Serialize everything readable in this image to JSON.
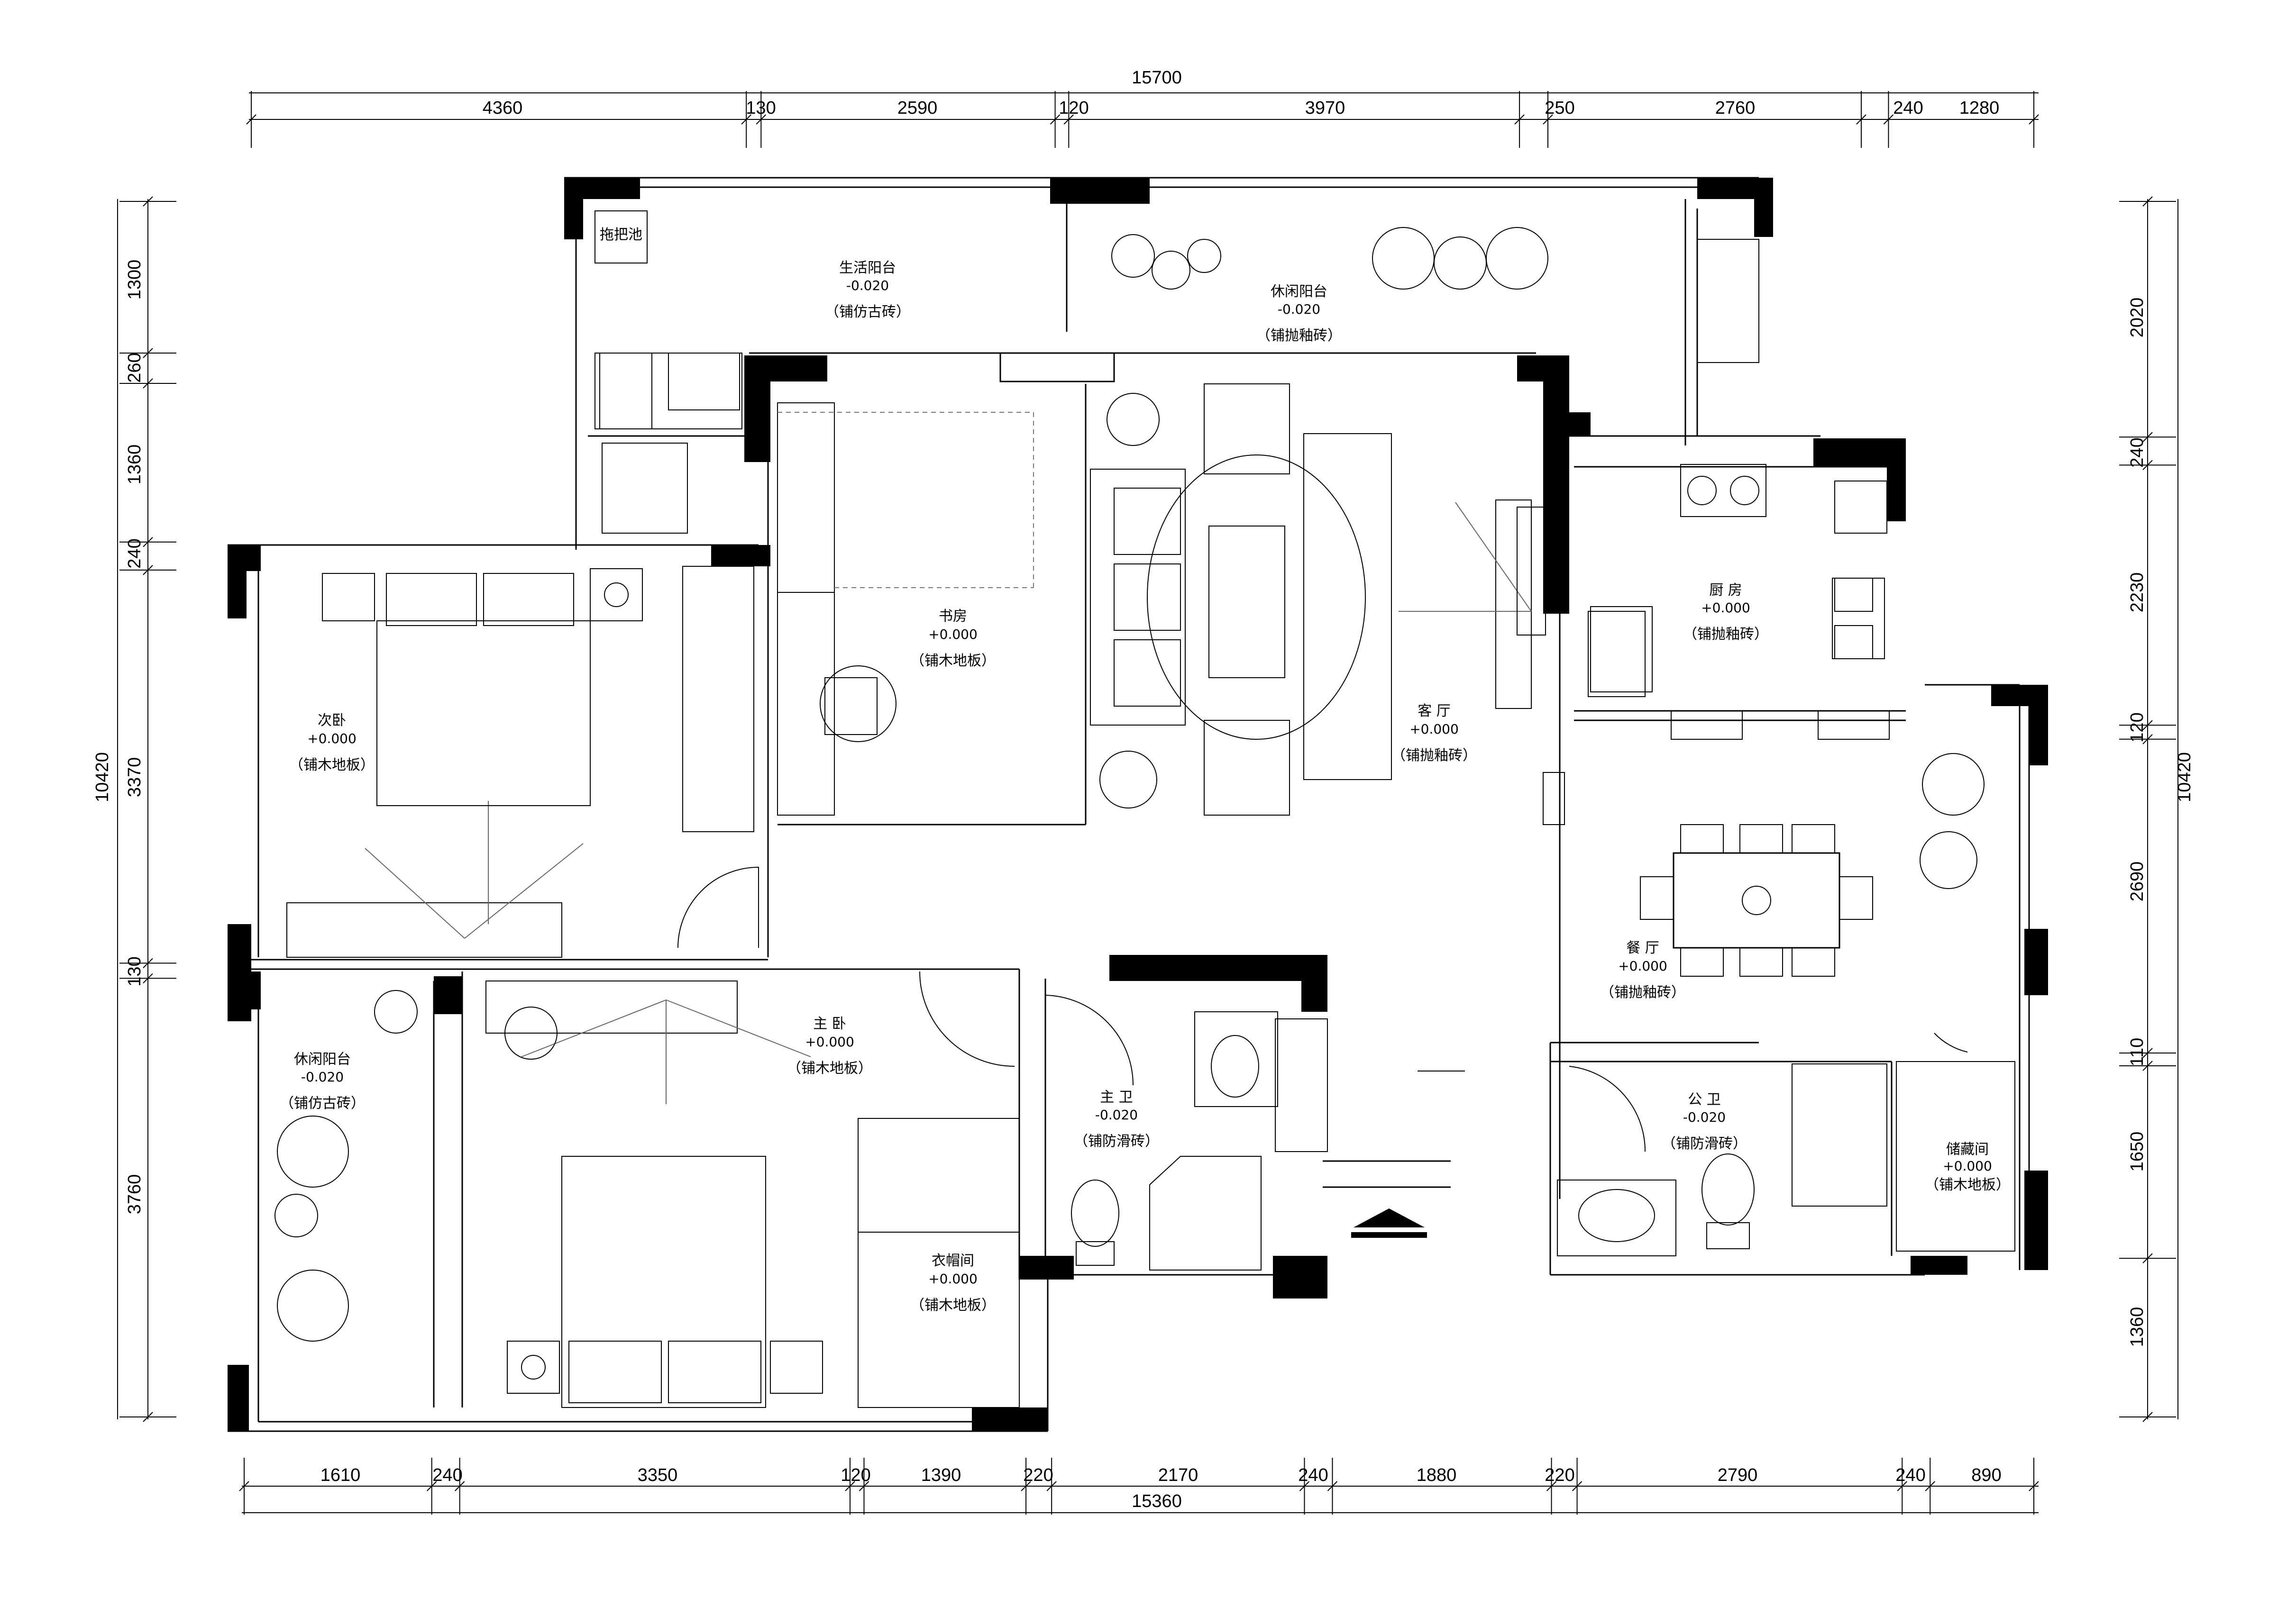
{
  "dimensions": {
    "top_total": "15700",
    "top_segments": [
      "4360",
      "130",
      "2590",
      "120",
      "3970",
      "250",
      "2760",
      "240",
      "1280"
    ],
    "bottom_total": "15360",
    "bottom_segments": [
      "1610",
      "240",
      "3350",
      "120",
      "1390",
      "220",
      "2170",
      "240",
      "1880",
      "220",
      "2790",
      "240",
      "890"
    ],
    "left_total": "10420",
    "left_segments": [
      "1300",
      "260",
      "1360",
      "240",
      "3370",
      "130",
      "3760"
    ],
    "right_total": "10420",
    "right_segments": [
      "2020",
      "240",
      "2230",
      "120",
      "2690",
      "110",
      "1650",
      "1360"
    ]
  },
  "rooms": {
    "living_balcony_service": {
      "name": "生活阳台",
      "level": "-0.020",
      "floor": "（铺仿古砖）"
    },
    "leisure_balcony_top": {
      "name": "休闲阳台",
      "level": "-0.020",
      "floor": "（铺抛釉砖）"
    },
    "study": {
      "name": "书房",
      "level": "+0.000",
      "floor": "（铺木地板）"
    },
    "kitchen": {
      "name": "厨 房",
      "level": "+0.000",
      "floor": "（铺抛釉砖）"
    },
    "second_bedroom": {
      "name": "次卧",
      "level": "+0.000",
      "floor": "（铺木地板）"
    },
    "living_room": {
      "name": "客 厅",
      "level": "+0.000",
      "floor": "（铺抛釉砖）"
    },
    "dining_room": {
      "name": "餐 厅",
      "level": "+0.000",
      "floor": "（铺抛釉砖）"
    },
    "leisure_balcony_left": {
      "name": "休闲阳台",
      "level": "-0.020",
      "floor": "（铺仿古砖）"
    },
    "master_bedroom": {
      "name": "主 卧",
      "level": "+0.000",
      "floor": "（铺木地板）"
    },
    "master_bath": {
      "name": "主 卫",
      "level": "-0.020",
      "floor": "（铺防滑砖）"
    },
    "public_bath": {
      "name": "公 卫",
      "level": "-0.020",
      "floor": "（铺防滑砖）"
    },
    "storage": {
      "name": "储藏间",
      "level": "+0.000",
      "floor": "（铺木地板）"
    },
    "walk_in_closet": {
      "name": "衣帽间",
      "level": "+0.000",
      "floor": "（铺木地板）"
    }
  },
  "fixtures": {
    "mop_pool": "拖把池"
  },
  "icons": [
    "entrance-arrow-icon",
    "plant-icon",
    "toilet-icon",
    "washbasin-icon",
    "stove-icon",
    "sink-icon"
  ]
}
